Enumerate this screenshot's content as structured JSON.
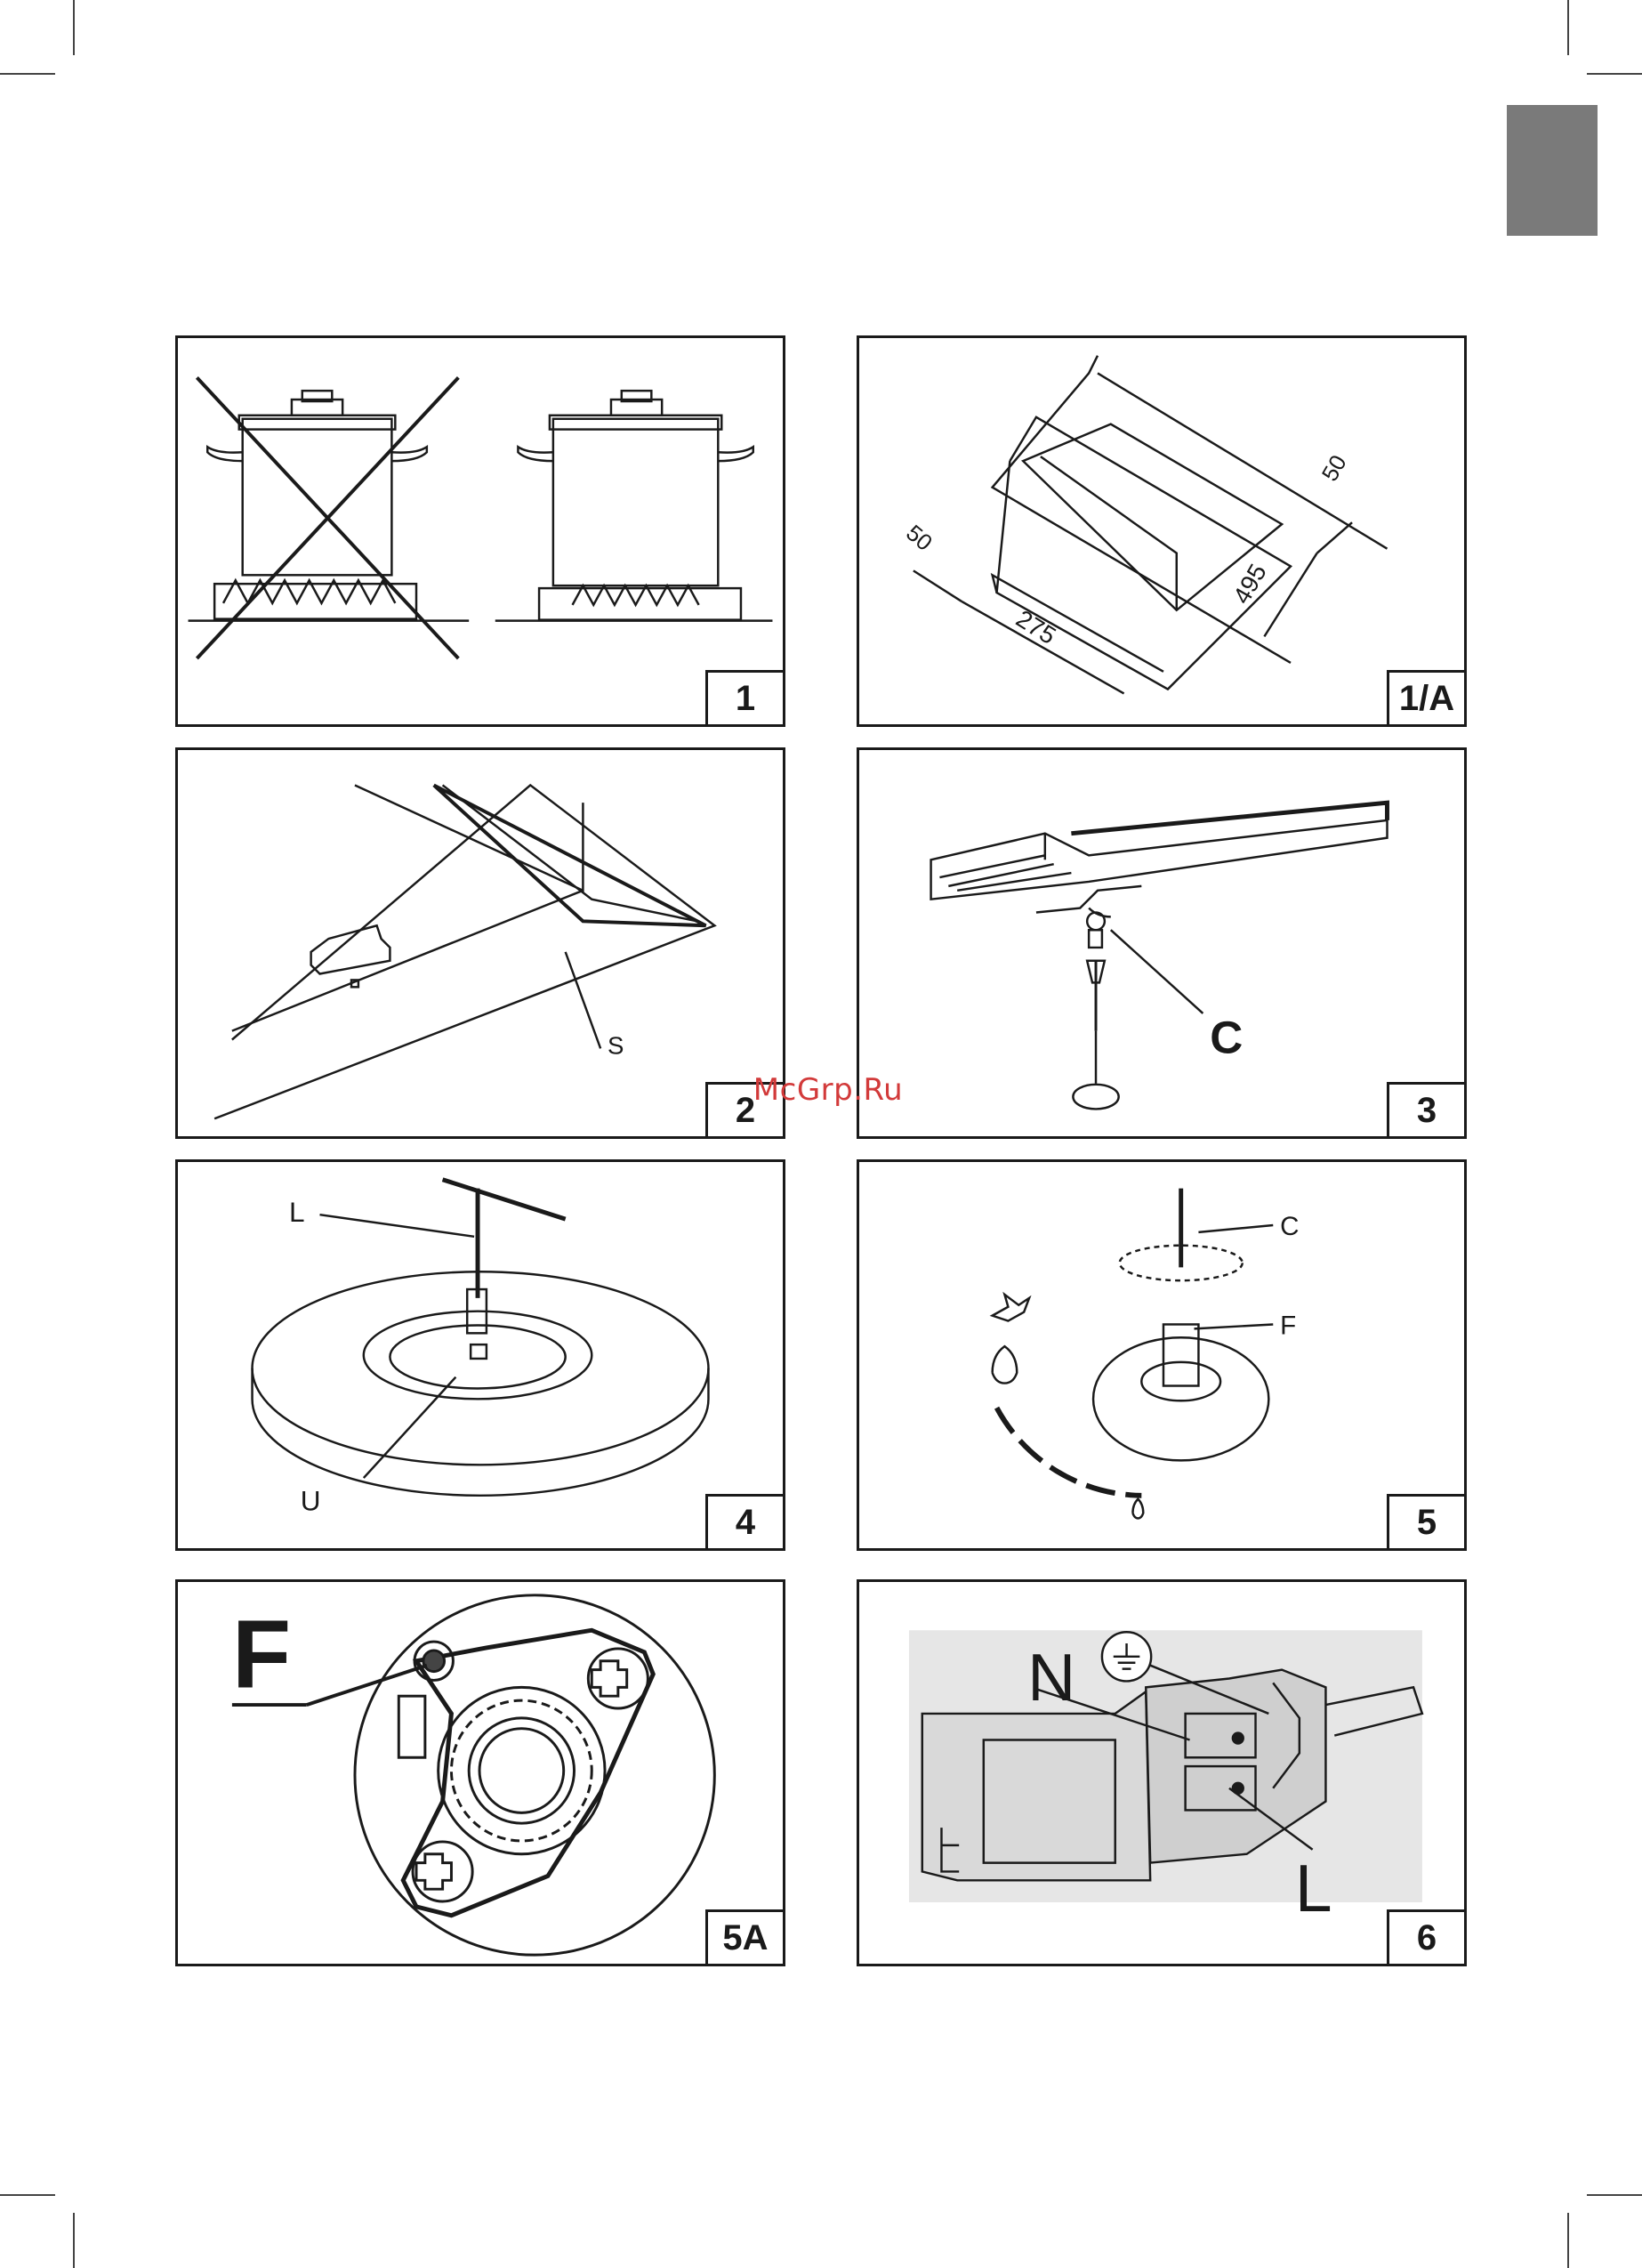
{
  "watermark": "McGrp.Ru",
  "figures": [
    {
      "id": "1",
      "number": "1"
    },
    {
      "id": "1a",
      "number": "1/A",
      "dims": [
        "50",
        "275",
        "495",
        "50"
      ]
    },
    {
      "id": "2",
      "number": "2",
      "labels": [
        "S"
      ]
    },
    {
      "id": "3",
      "number": "3",
      "labels": [
        "C"
      ]
    },
    {
      "id": "4",
      "number": "4",
      "labels": [
        "L",
        "U"
      ]
    },
    {
      "id": "5",
      "number": "5",
      "labels": [
        "C",
        "F"
      ]
    },
    {
      "id": "5a",
      "number": "5A",
      "labels": [
        "F"
      ]
    },
    {
      "id": "6",
      "number": "6",
      "labels": [
        "N",
        "L"
      ],
      "icons": [
        "earth-ground-icon"
      ]
    }
  ]
}
